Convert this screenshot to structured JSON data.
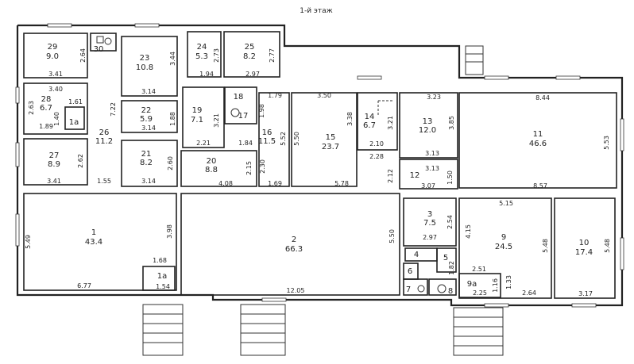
{
  "title": "1-й этаж",
  "rooms": [
    {
      "id": "29",
      "area": "9.0"
    },
    {
      "id": "30",
      "area": ""
    },
    {
      "id": "23",
      "area": "10.8"
    },
    {
      "id": "24",
      "area": "5.3"
    },
    {
      "id": "25",
      "area": "8.2"
    },
    {
      "id": "28",
      "area": "6.7"
    },
    {
      "id": "1а",
      "area": ""
    },
    {
      "id": "22",
      "area": "5.9"
    },
    {
      "id": "19",
      "area": "7.1"
    },
    {
      "id": "18",
      "area": ""
    },
    {
      "id": "17",
      "area": ""
    },
    {
      "id": "16",
      "area": "11.5"
    },
    {
      "id": "15",
      "area": "23.7"
    },
    {
      "id": "14",
      "area": "6.7"
    },
    {
      "id": "13",
      "area": "12.0"
    },
    {
      "id": "11",
      "area": "46.6"
    },
    {
      "id": "26",
      "area": "11.2"
    },
    {
      "id": "27",
      "area": "8.9"
    },
    {
      "id": "21",
      "area": "8.2"
    },
    {
      "id": "20",
      "area": "8.8"
    },
    {
      "id": "12",
      "area": ""
    },
    {
      "id": "1",
      "area": "43.4"
    },
    {
      "id": "2",
      "area": "66.3"
    },
    {
      "id": "3",
      "area": "7.5"
    },
    {
      "id": "9",
      "area": "24.5"
    },
    {
      "id": "10",
      "area": "17.4"
    },
    {
      "id": "4",
      "area": ""
    },
    {
      "id": "5",
      "area": ""
    },
    {
      "id": "6",
      "area": ""
    },
    {
      "id": "7",
      "area": ""
    },
    {
      "id": "8",
      "area": ""
    },
    {
      "id": "9а",
      "area": ""
    },
    {
      "id": "1а",
      "area": ""
    }
  ],
  "dimensions": [
    "2.64",
    "3.41",
    "3.44",
    "2.73",
    "2.77",
    "1.94",
    "2.97",
    "3.40",
    "2.63",
    "1.61",
    "1.40",
    "1.89",
    "7.22",
    "3.14",
    "1.88",
    "3.14",
    "3.21",
    "1.98",
    "1.79",
    "3.50",
    "3.38",
    "3.21",
    "3.23",
    "8.44",
    "3.85",
    "5.53",
    "2.21",
    "1.84",
    "5.52",
    "5.50",
    "2.10",
    "2.28",
    "3.13",
    "3.13",
    "1.50",
    "2.12",
    "3.07",
    "8.57",
    "2.62",
    "3.41",
    "1.55",
    "2.60",
    "3.14",
    "4.08",
    "2.15",
    "2.30",
    "1.69",
    "5.78",
    "5.15",
    "5.49",
    "3.98",
    "5.50",
    "2.54",
    "2.97",
    "4.15",
    "5.48",
    "5.48",
    "1.68",
    "6.77",
    "1.54",
    "12.05",
    "1.82",
    "2.51",
    "1.16",
    "1.33",
    "2.25",
    "2.64",
    "3.17"
  ]
}
